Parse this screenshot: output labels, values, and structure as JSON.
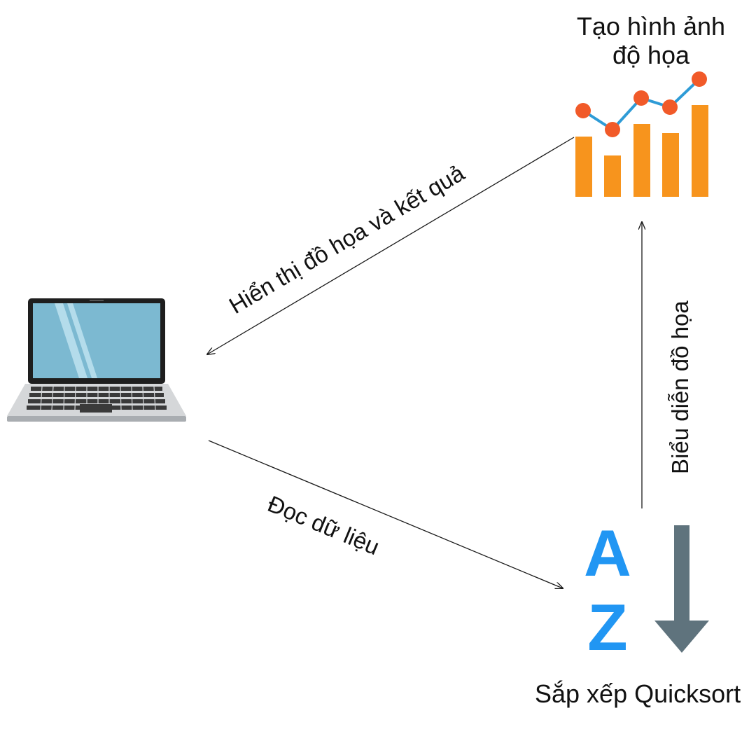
{
  "nodes": {
    "chart_node": {
      "title_line1": "Tạo hình ảnh",
      "title_line2": "độ họa",
      "icon": "bar-line-chart-icon"
    },
    "laptop_node": {
      "icon": "laptop-icon"
    },
    "sort_node": {
      "letter_top": "A",
      "letter_bottom": "Z",
      "label": "Sắp xếp Quicksort",
      "icon": "sort-az-icon"
    }
  },
  "edges": {
    "read_data": "Đọc dữ liệu",
    "display_result": "Hiển thị đồ họa và kết quả",
    "render_graphics": "Biểu diễn đồ họa"
  },
  "colors": {
    "bar_orange": "#F7941D",
    "line_blue": "#2E9BD6",
    "dot_red": "#F15A29",
    "letter_blue": "#2196F3",
    "arrow_gray": "#5F737D",
    "screen_blue": "#7CB9D1",
    "laptop_dark": "#1E1E1E"
  }
}
